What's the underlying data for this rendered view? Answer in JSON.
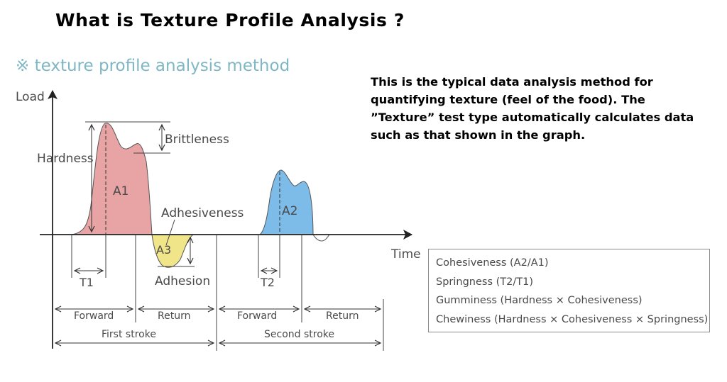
{
  "title": "What is Texture Profile Analysis ?",
  "subtitle": "※ texture profile analysis method",
  "description": "This is the typical data analysis method for quantifying texture (feel of the food).  The ”Texture” test type automatically calculates data such as that shown in the graph.",
  "diagram": {
    "axis": {
      "y_label": "Load",
      "x_label": "Time"
    },
    "areas": {
      "a1": "A1",
      "a2": "A2",
      "a3": "A3"
    },
    "measures": {
      "hardness": "Hardness",
      "brittleness": "Brittleness",
      "adhesiveness": "Adhesiveness",
      "adhesion": "Adhesion",
      "t1": "T1",
      "t2": "T2"
    },
    "phases": {
      "forward_1": "Forward",
      "return_1": "Return",
      "forward_2": "Forward",
      "return_2": "Return",
      "first_stroke": "First stroke",
      "second_stroke": "Second stroke"
    },
    "colors": {
      "a1_fill": "#e8a4a4",
      "a2_fill": "#7dbbe8",
      "a3_fill": "#f1e58a",
      "subtitle": "#7fb7c4"
    }
  },
  "formulas": [
    "Cohesiveness (A2/A1)",
    "Springness (T2/T1)",
    "Gumminess (Hardness × Cohesiveness)",
    "Chewiness (Hardness × Cohesiveness × Springness)"
  ]
}
